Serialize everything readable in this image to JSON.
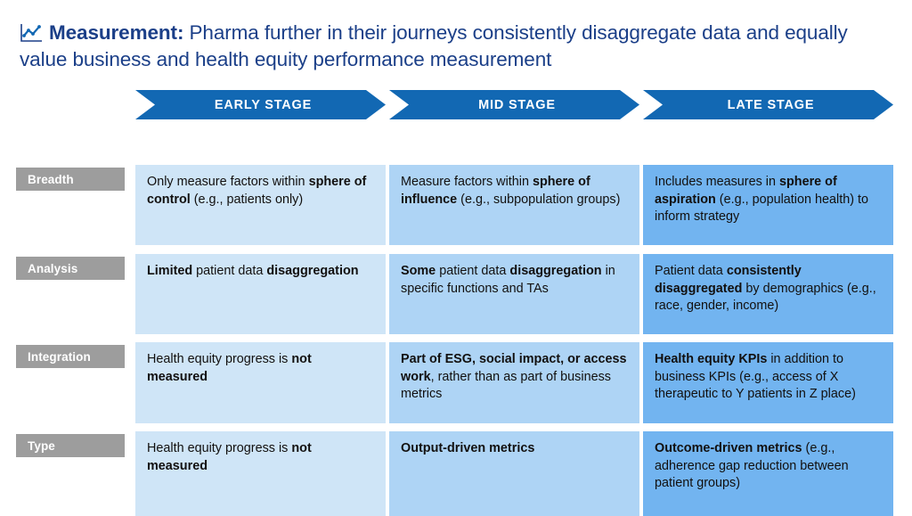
{
  "title": {
    "icon": "line-chart-icon",
    "strong": "Measurement:",
    "rest": " Pharma further in their journeys consistently disaggregate data and equally value business and health equity performance measurement"
  },
  "colors": {
    "title_text": "#1b3f88",
    "chevron": "#1268b3",
    "row_label": "#9d9d9d",
    "cell_early": "#cfe5f7",
    "cell_mid": "#aed4f5",
    "cell_late": "#72b4f0"
  },
  "columns": [
    {
      "label": "EARLY STAGE",
      "tone": "tone-light"
    },
    {
      "label": "MID STAGE",
      "tone": "tone-mid"
    },
    {
      "label": "LATE STAGE",
      "tone": "tone-deep"
    }
  ],
  "rows": [
    {
      "label": "Breadth",
      "cells": [
        {
          "html": "Only measure factors within <b>sphere of control</b> (e.g., patients only)"
        },
        {
          "html": "Measure factors within <b>sphere of influence</b> (e.g., subpopulation groups)"
        },
        {
          "html": "Includes measures in <b>sphere of aspiration</b> (e.g., population health) to inform strategy"
        }
      ]
    },
    {
      "label": "Analysis",
      "cells": [
        {
          "html": "<b>Limited</b> patient data <b>disaggregation</b>"
        },
        {
          "html": "<b>Some</b> patient data <b>disaggregation</b> in specific functions and TAs"
        },
        {
          "html": "Patient data <b>consistently disaggregated</b> by demographics (e.g., race, gender, income)"
        }
      ]
    },
    {
      "label": "Integration",
      "cells": [
        {
          "html": "Health equity progress is <b>not measured</b>"
        },
        {
          "html": "<b>Part of ESG, social impact, or access work</b>, rather than as part of business metrics"
        },
        {
          "html": "<b>Health equity KPIs</b> in addition to business KPIs (e.g., access of X therapeutic to Y patients in Z place)"
        }
      ]
    },
    {
      "label": "Type",
      "cells": [
        {
          "html": "Health equity progress is <b>not measured</b>"
        },
        {
          "html": "<b>Output-driven metrics</b>"
        },
        {
          "html": "<b>Outcome-driven metrics</b> (e.g., adherence gap reduction between patient groups)"
        }
      ]
    }
  ]
}
